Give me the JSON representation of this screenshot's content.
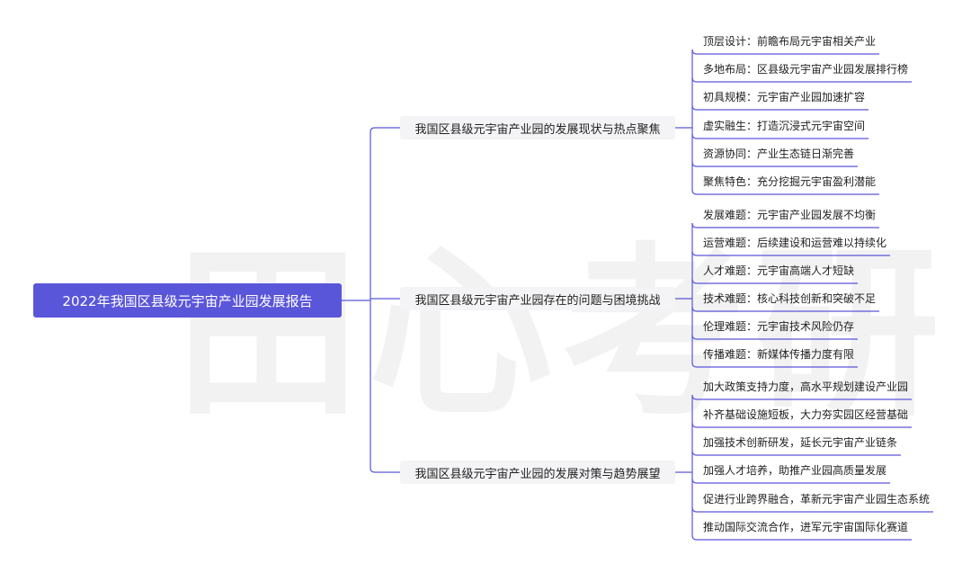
{
  "watermark": "田心考研",
  "root": "2022年我国区县级元宇宙产业园发展报告",
  "branches": [
    {
      "label": "我国区县级元宇宙产业园的发展现状与热点聚焦",
      "leaves": [
        "顶层设计：前瞻布局元宇宙相关产业",
        "多地布局：区县级元宇宙产业园发展排行榜",
        "初具规模：元宇宙产业园加速扩容",
        "虚实融生：打造沉浸式元宇宙空间",
        "资源协同：产业生态链日渐完善",
        "聚焦特色：充分挖掘元宇宙盈利潜能"
      ]
    },
    {
      "label": "我国区县级元宇宙产业园存在的问题与困境挑战",
      "leaves": [
        "发展难题：元宇宙产业园发展不均衡",
        "运营难题：后续建设和运营难以持续化",
        "人才难题：元宇宙高端人才短缺",
        "技术难题：核心科技创新和突破不足",
        "伦理难题：元宇宙技术风险仍存",
        "传播难题：新媒体传播力度有限"
      ]
    },
    {
      "label": "我国区县级元宇宙产业园的发展对策与趋势展望",
      "leaves": [
        "加大政策支持力度，高水平规划建设产业园",
        "补齐基础设施短板，大力夯实园区经营基础",
        "加强技术创新研发，延长元宇宙产业链条",
        "加强人才培养，助推产业园高质量发展",
        "促进行业跨界融合，革新元宇宙产业园生态系统",
        "推动国际交流合作，进军元宇宙国际化赛道"
      ]
    }
  ],
  "colors": {
    "root_bg": "#5a56d9",
    "line": "#5a56d9",
    "branch_bg": "#f4f4f6"
  }
}
